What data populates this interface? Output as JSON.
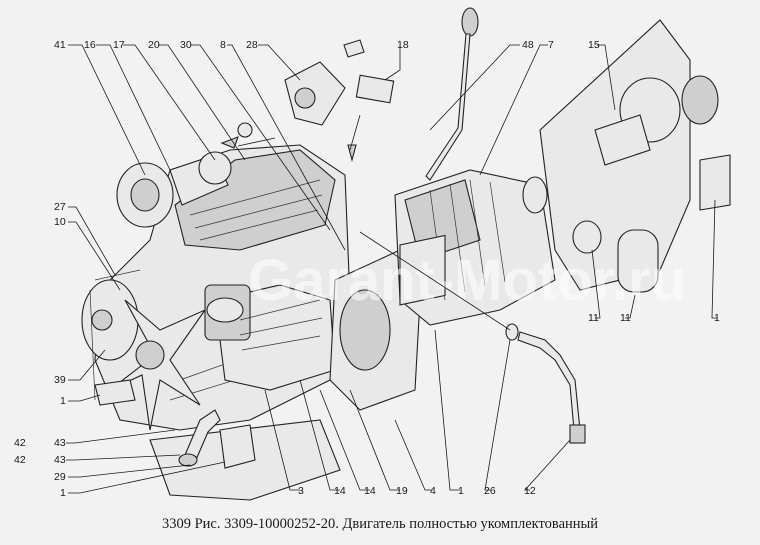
{
  "caption": "3309 Рис. 3309-10000252-20. Двигатель полностью укомплектованный",
  "watermark": "Garant-Motor.ru",
  "callouts": {
    "c41": "41",
    "c16": "16",
    "c17": "17",
    "c20": "20",
    "c30": "30",
    "c8": "8",
    "c28": "28",
    "c18": "18",
    "c48": "48",
    "c7": "7",
    "c15": "15",
    "c27": "27",
    "c10": "10",
    "c39": "39",
    "c1a": "1",
    "c42a": "42",
    "c43a": "43",
    "c42b": "42",
    "c43b": "43",
    "c29": "29",
    "c1b": "1",
    "c3": "3",
    "c14a": "14",
    "c14b": "14",
    "c19": "19",
    "c4": "4",
    "c1c": "1",
    "c26": "26",
    "c12": "12",
    "c11a": "11",
    "c11b": "11",
    "c1d": "1"
  }
}
